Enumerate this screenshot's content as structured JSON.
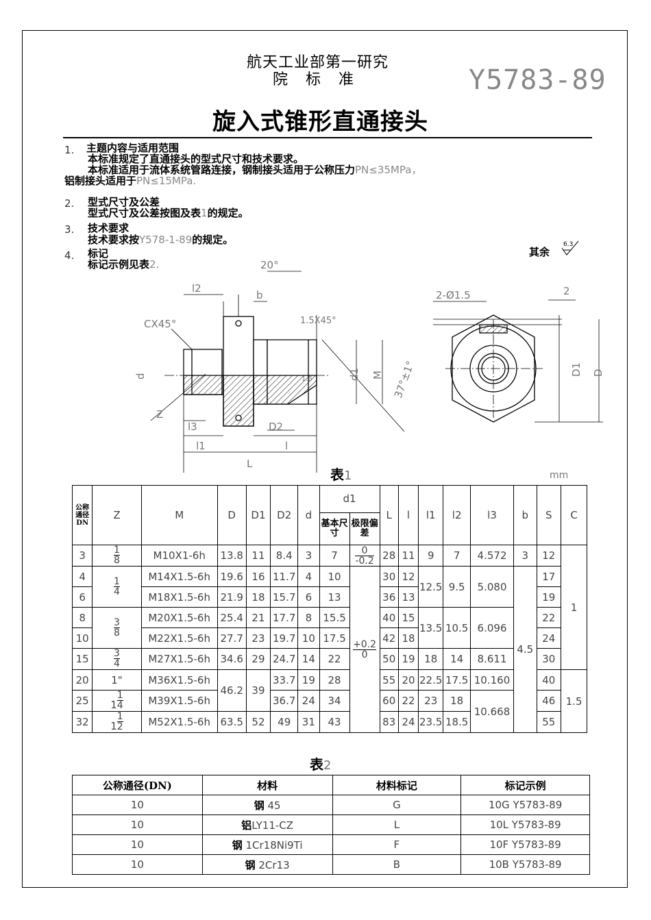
{
  "header": {
    "institute_line1": "航天工业部第一研究",
    "institute_line2": "院标准",
    "code": "Y5783-89",
    "title": "旋入式锥形直通接头"
  },
  "sections": [
    {
      "num": "1.",
      "title": "主题内容与适用范围",
      "lines": [
        "本标准规定了直通接头的型式尺寸和技术要求。",
        "本标准适用于流体系统管路连接，钢制接头适用于公称压力",
        "铝制接头适用于"
      ],
      "gray": [
        "PN≤35MPa，",
        "PN≤15MPa."
      ]
    },
    {
      "num": "2.",
      "title": "型式尺寸及公差",
      "lines": [
        "型式尺寸及公差按图及表",
        "的规定。"
      ],
      "gray": [
        "1"
      ]
    },
    {
      "num": "3.",
      "title": "技术要求",
      "lines": [
        "技术要求按",
        "的规定。"
      ],
      "gray": [
        "Y578-1-89"
      ]
    },
    {
      "num": "4.",
      "title": "标记",
      "lines": [
        "标记示例见表"
      ],
      "gray": [
        "2."
      ]
    }
  ],
  "roughness": {
    "label": "其余",
    "value": "6.3"
  },
  "drawing_labels": {
    "angle20": "20°",
    "l2": "l2",
    "b": "b",
    "cx45": "CX45°",
    "chamfer": "1.5X45°",
    "d": "d",
    "d1": "d1",
    "M": "M",
    "angle37": "37°±1°",
    "z": "Z",
    "l3": "l3",
    "D2": "D2",
    "l1": "l1",
    "l": "l",
    "L": "L",
    "rough16": "1.6",
    "holes": "2-Ø1.5",
    "two": "2",
    "D1": "D1",
    "D": "D"
  },
  "table1": {
    "caption": "表",
    "caption_num": "1",
    "unit": "mm",
    "headers": [
      "公称通径DN",
      "Z",
      "M",
      "D",
      "D1",
      "D2",
      "d",
      "d1",
      "L",
      "l",
      "l1",
      "l2",
      "l3",
      "b",
      "S",
      "C"
    ],
    "d1_sub": [
      "基本尺寸",
      "极限偏差"
    ],
    "rows": [
      {
        "dn": "3",
        "z_top": "1",
        "z_bot": "8",
        "m": "M10X1-6h",
        "D": "13.8",
        "D1": "11",
        "D2": "8.4",
        "d": "3",
        "d1": "7",
        "L": "28",
        "l": "11",
        "l1": "9",
        "l2": "7",
        "l3": "4.572",
        "b": "3",
        "s": "12"
      },
      {
        "dn": "4",
        "m": "M14X1.5-6h",
        "D": "19.6",
        "D1": "16",
        "D2": "11.7",
        "d": "4",
        "d1": "10",
        "L": "30",
        "l": "12",
        "s": "17"
      },
      {
        "dn": "6",
        "m": "M18X1.5-6h",
        "D": "21.9",
        "D1": "18",
        "D2": "15.7",
        "d": "6",
        "d1": "13",
        "L": "36",
        "l": "13",
        "s": "19"
      },
      {
        "dn": "8",
        "m": "M20X1.5-6h",
        "D": "25.4",
        "D1": "21",
        "D2": "17.7",
        "d": "8",
        "d1": "15.5",
        "L": "40",
        "l": "15",
        "s": "22"
      },
      {
        "dn": "10",
        "m": "M22X1.5-6h",
        "D": "27.7",
        "D1": "23",
        "D2": "19.7",
        "d": "10",
        "d1": "17.5",
        "L": "42",
        "l": "18",
        "s": "24"
      },
      {
        "dn": "15",
        "z_top": "3",
        "z_bot": "4",
        "m": "M27X1.5-6h",
        "D": "34.6",
        "D1": "29",
        "D2": "24.7",
        "d": "14",
        "d1": "22",
        "L": "50",
        "l": "19",
        "l1": "18",
        "l2": "14",
        "l3": "8.611",
        "s": "30"
      },
      {
        "dn": "20",
        "z": "1\"",
        "m": "M36X1.5-6h",
        "D2": "33.7",
        "d": "19",
        "d1": "28",
        "L": "55",
        "l": "20",
        "l1": "22.5",
        "l2": "17.5",
        "l3": "10.160",
        "s": "40"
      },
      {
        "dn": "25",
        "z_whole": "1",
        "z_top": "1",
        "z_bot": "4",
        "m": "M39X1.5-6h",
        "D2": "36.7",
        "d": "24",
        "d1": "34",
        "L": "60",
        "l": "22",
        "l1": "23",
        "l2": "18",
        "s": "46"
      },
      {
        "dn": "32",
        "z_whole": "1",
        "z_top": "1",
        "z_bot": "2",
        "m": "M52X1.5-6h",
        "D": "63.5",
        "D1": "52",
        "D2": "49",
        "d": "31",
        "d1": "43",
        "L": "83",
        "l": "24",
        "l1": "23.5",
        "l2": "18.5",
        "s": "55"
      }
    ],
    "merged": {
      "z_4_6": {
        "top": "1",
        "bot": "4"
      },
      "z_8_10": {
        "top": "3",
        "bot": "8"
      },
      "tol_first_top": "0",
      "tol_first_bot": "-0.2",
      "tol_rest_top": "+0.2",
      "tol_rest_bot": "0",
      "l1_4_6": "12.5",
      "l2_4_6": "9.5",
      "l3_4_6": "5.080",
      "l1_8_10": "13.5",
      "l2_8_10": "10.5",
      "l3_8_10": "6.096",
      "b_rest": "4.5",
      "D_20_25": "46.2",
      "D1_20_25": "39",
      "l3_25_32": "10.668",
      "c_first": "1",
      "c_second": "1.5"
    }
  },
  "table2": {
    "caption": "表",
    "caption_num": "2",
    "headers": [
      "公称通径(DN)",
      "材料",
      "材料标记",
      "标记示例"
    ],
    "rows": [
      {
        "dn": "10",
        "mat_cn": "钢",
        "mat": "45",
        "mark": "G",
        "example_pre": "10G",
        "example": "Y5783-89"
      },
      {
        "dn": "10",
        "mat_cn": "铝",
        "mat": "LY11-CZ",
        "mark": "L",
        "example_pre": "10L",
        "example": "Y5783-89"
      },
      {
        "dn": "10",
        "mat_cn": "钢",
        "mat": "1Cr18Ni9Ti",
        "mark": "F",
        "example_pre": "10F",
        "example": "Y5783-89"
      },
      {
        "dn": "10",
        "mat_cn": "钢",
        "mat": "2Cr13",
        "mark": "B",
        "example_pre": "10B",
        "example": "Y5783-89"
      }
    ]
  }
}
